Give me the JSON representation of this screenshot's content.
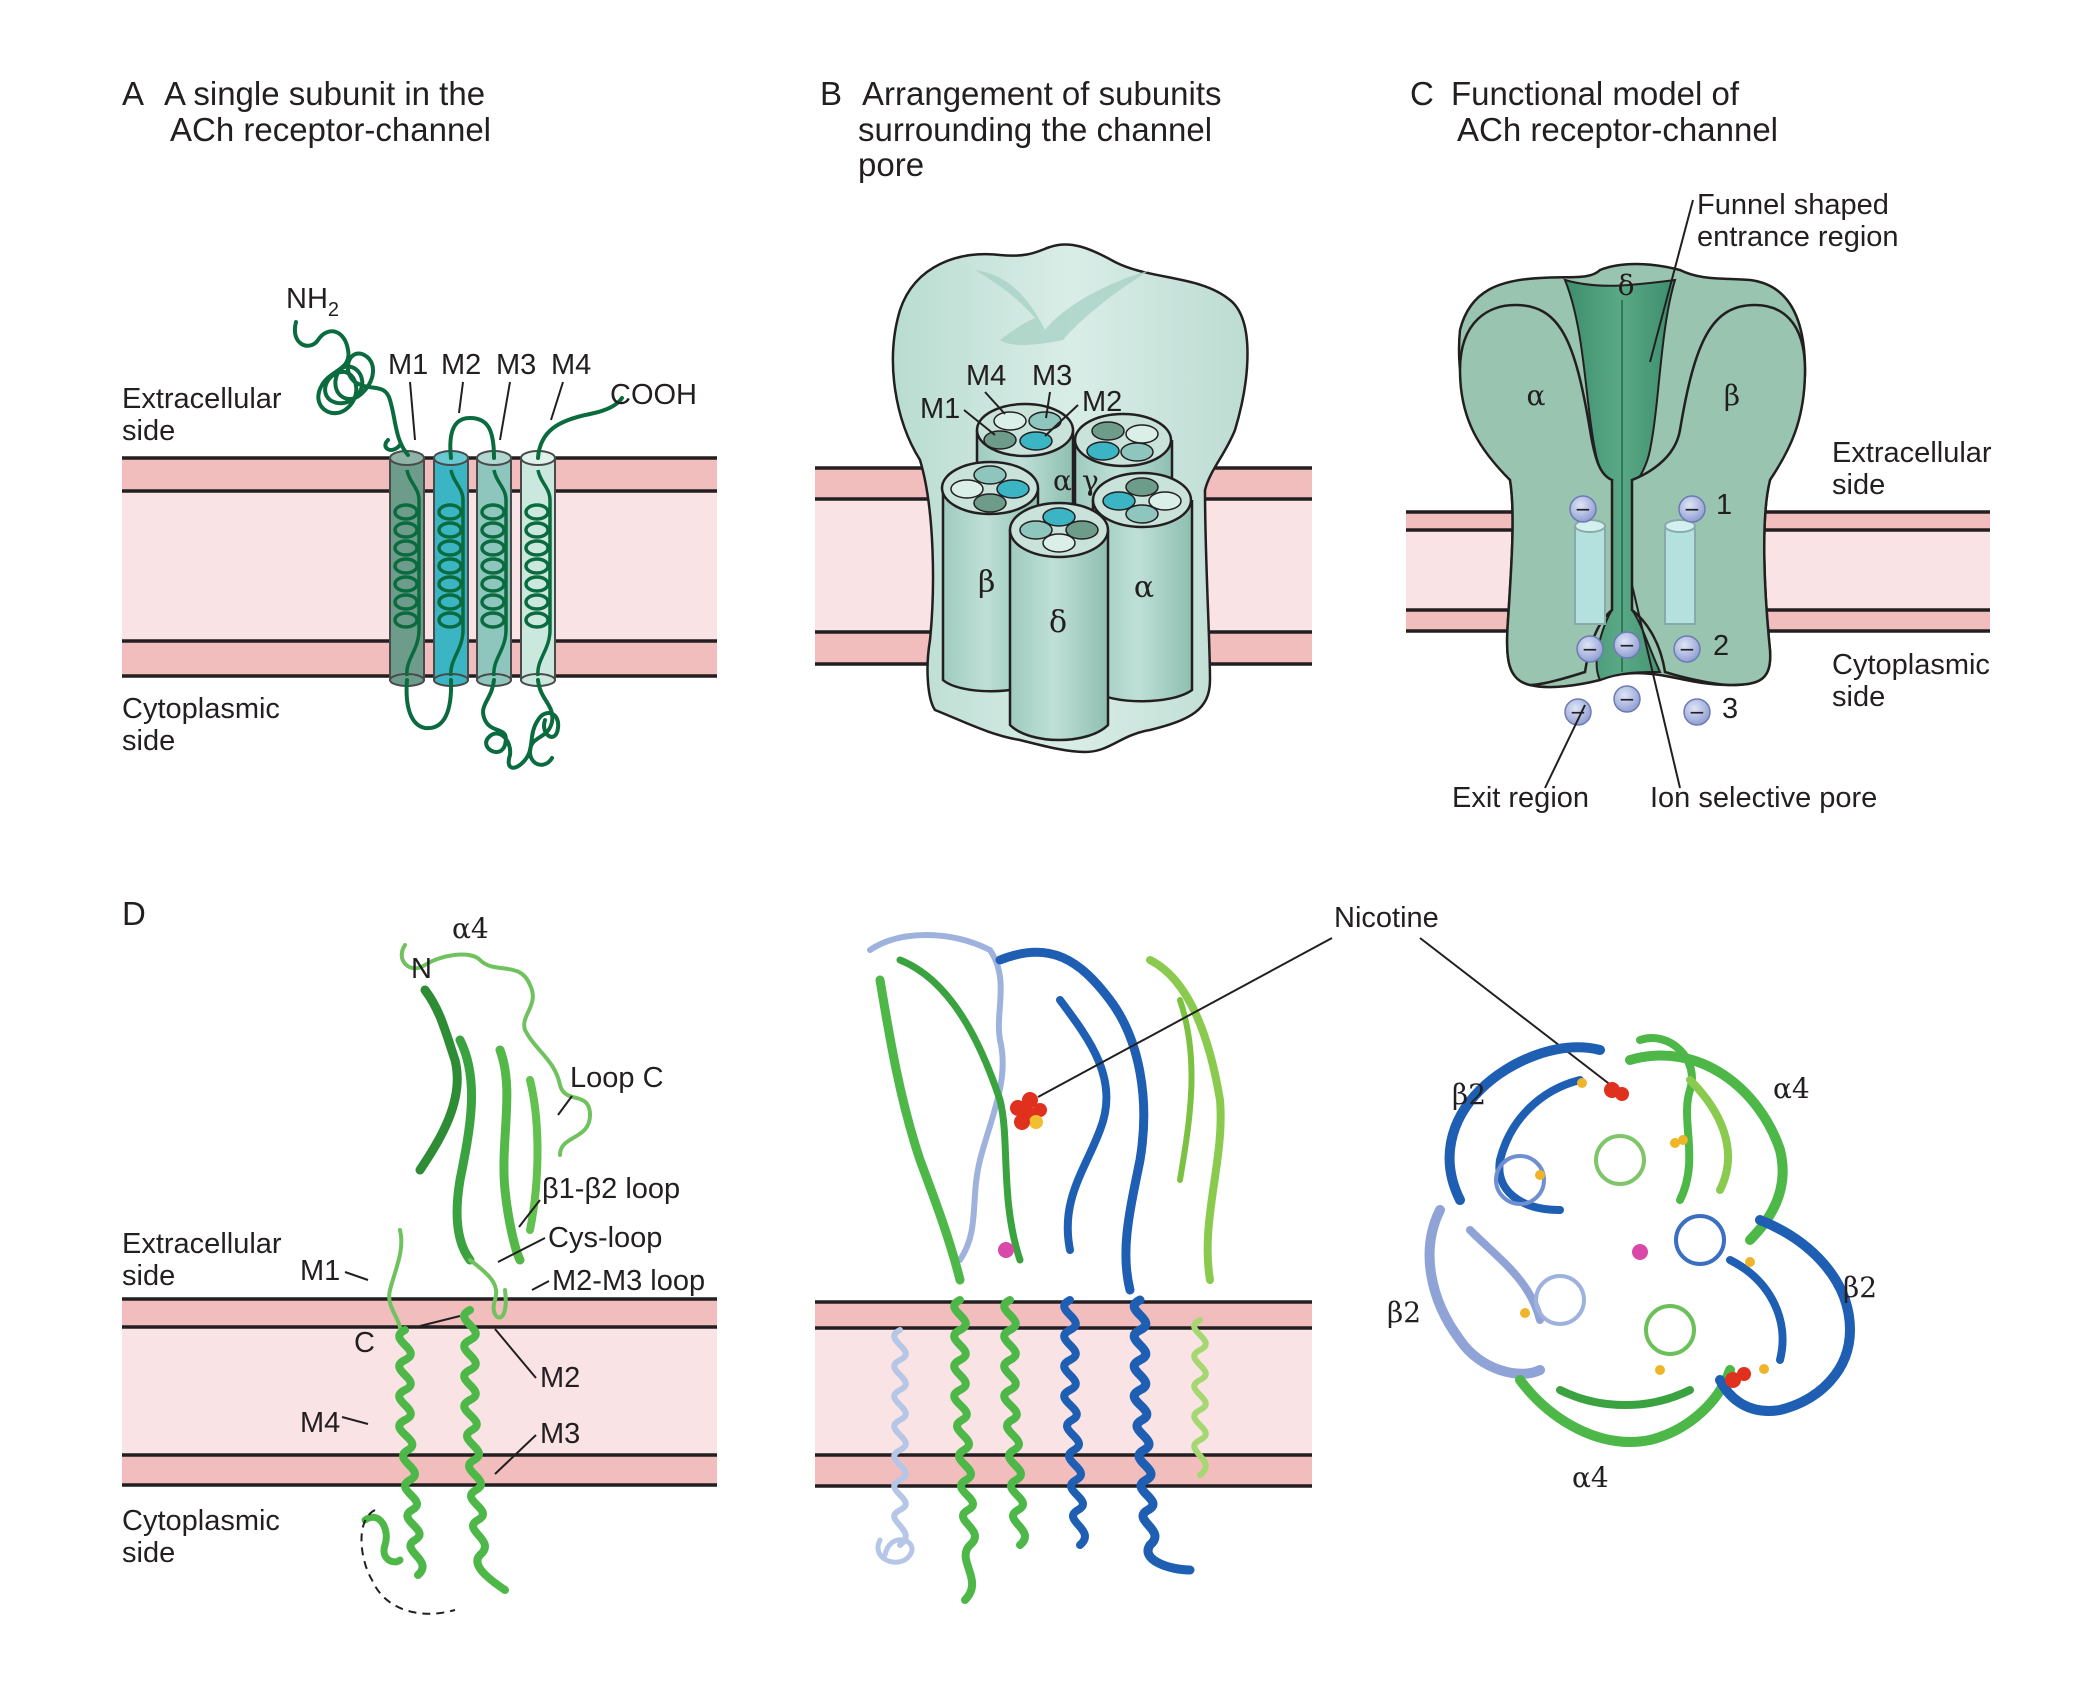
{
  "figure": {
    "colors": {
      "membrane_head": "#f2bdbd",
      "membrane_core": "#fae3e4",
      "membrane_line": "#231f20",
      "helix_strand": "#0a6b3f",
      "m1_color": "#6e9c8b",
      "m2_color": "#3bb5c3",
      "m3_color": "#8ec5bd",
      "m4_color": "#cbe8df",
      "receptor_b_fill": "#cfe6df",
      "receptor_c_fill": "#98c4b0",
      "pore_fill": "#4e9f7f",
      "charge_fill": "#a7b4e0",
      "alpha4_green": "#4db848",
      "beta2_blue": "#1f5fb3",
      "beta2_lightblue": "#8fa3d6",
      "nicotine_red": "#e0301e",
      "ion_magenta": "#d849a8"
    },
    "panel_a": {
      "letter": "A",
      "title_line1": "A single subunit in the",
      "title_line2": "ACh receptor-channel",
      "extracellular_line1": "Extracellular",
      "extracellular_line2": "side",
      "cytoplasmic_line1": "Cytoplasmic",
      "cytoplasmic_line2": "side",
      "nh2_main": "NH",
      "nh2_sub": "2",
      "cooh": "COOH",
      "segments": [
        "M1",
        "M2",
        "M3",
        "M4"
      ]
    },
    "panel_b": {
      "letter": "B",
      "title_line1": "Arrangement of subunits",
      "title_line2": "surrounding the channel",
      "title_line3": "pore",
      "segment_labels": {
        "m1": "M1",
        "m2": "M2",
        "m3": "M3",
        "m4": "M4"
      },
      "subunits": {
        "back_left": "α",
        "back_right": "γ",
        "left": "β",
        "front": "δ",
        "right": "α"
      }
    },
    "panel_c": {
      "letter": "C",
      "title_line1": "Functional model of",
      "title_line2": "ACh receptor-channel",
      "funnel_line1": "Funnel shaped",
      "funnel_line2": "entrance region",
      "subunit_top": "δ",
      "subunit_left": "α",
      "subunit_right": "β",
      "extracellular_line1": "Extracellular",
      "extracellular_line2": "side",
      "cytoplasmic_line1": "Cytoplasmic",
      "cytoplasmic_line2": "side",
      "ring_labels": [
        "1",
        "2",
        "3"
      ],
      "charge_symbol": "−",
      "exit_region": "Exit region",
      "ion_selective_pore": "Ion selective pore"
    },
    "panel_d": {
      "letter": "D",
      "subunit_label": "α4",
      "n_label": "N",
      "c_label": "C",
      "loop_c": "Loop C",
      "b1b2_loop": "β1-β2 loop",
      "cys_loop": "Cys-loop",
      "m2m3_loop": "M2-M3 loop",
      "m1": "M1",
      "m2": "M2",
      "m3": "M3",
      "m4": "M4",
      "extracellular_line1": "Extracellular",
      "extracellular_line2": "side",
      "cytoplasmic_line1": "Cytoplasmic",
      "cytoplasmic_line2": "side",
      "nicotine": "Nicotine",
      "top_view_labels": {
        "top_left": "β2",
        "top_right": "α4",
        "left": "β2",
        "right": "β2",
        "bottom": "α4"
      }
    }
  }
}
